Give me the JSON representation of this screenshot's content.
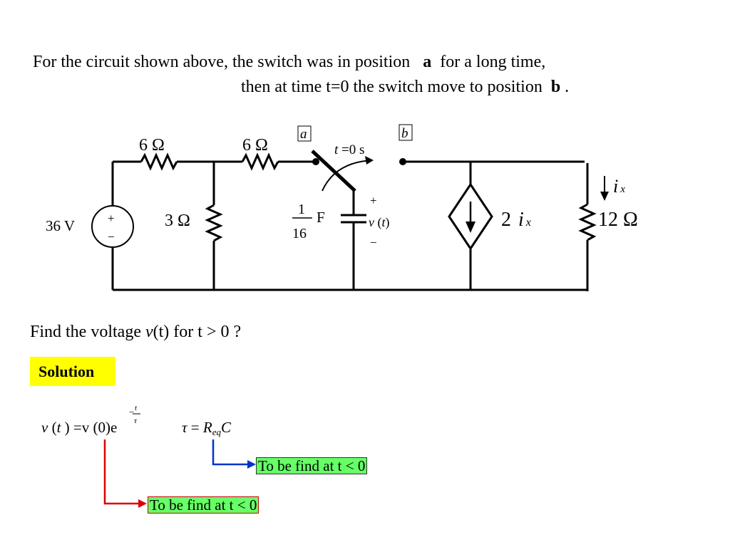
{
  "problem": {
    "line1_pre": "For the circuit shown above, the switch was in position",
    "pos_a": "a",
    "line1_post": "for a long time,",
    "line2_pre": "then at time  t=0  the switch move to position",
    "pos_b": "b",
    "line2_post": "."
  },
  "circuit": {
    "r1": "6 Ω",
    "r2": "6 Ω",
    "r3": "3 Ω",
    "r4": "12 Ω",
    "source": "36 V",
    "plus": "+",
    "minus": "−",
    "cap_num": "1",
    "cap_den": "16",
    "cap_unit": "F",
    "switch_label_t": "t",
    "switch_label_rest": " =0 s",
    "node_a": "a",
    "node_b": "b",
    "cap_v": "v",
    "cap_t": "t",
    "dep_coeff": "2",
    "dep_i": "i",
    "dep_sub": "x",
    "ix_i": "i",
    "ix_sub": "x"
  },
  "question": {
    "pre": "Find the voltage ",
    "v": "v",
    "post": "(t)  for t > 0  ?"
  },
  "solution_label": "Solution",
  "equations": {
    "eq1_v": "v",
    "eq1_t": "t",
    "eq1_mid": " =v (0)e",
    "exp_minus": "−",
    "exp_num": "t",
    "exp_den": "τ",
    "eq2_tau": "τ",
    "eq2_eq": " = ",
    "eq2_R": "R",
    "eq2_sub": "eq",
    "eq2_C": "C"
  },
  "hints": {
    "blue": "To be find at t < 0",
    "red": "To be find at t < 0"
  },
  "colors": {
    "solution_bg": "#ffff00",
    "hint_bg": "#66ff66",
    "arrow_red": "#dd0000",
    "arrow_blue": "#0033cc"
  }
}
